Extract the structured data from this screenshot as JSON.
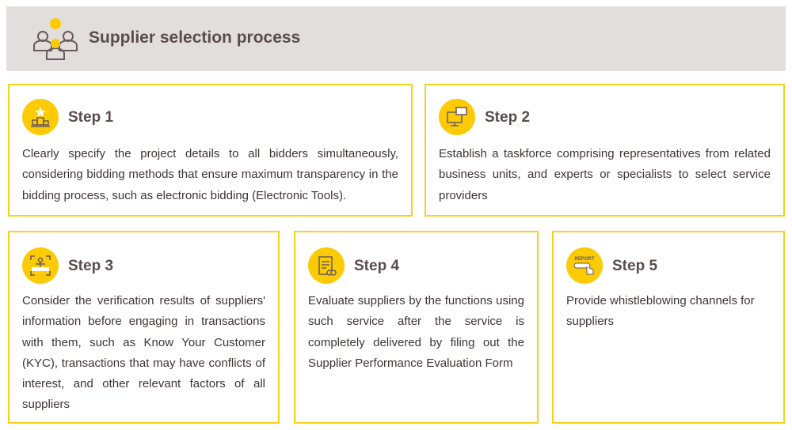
{
  "header": {
    "title": "Supplier selection process",
    "icon": "people-group-icon"
  },
  "steps": [
    {
      "label": "Step 1",
      "icon": "podium-star-icon",
      "text": "Clearly specify the project details to all bidders simultaneously, considering bidding methods that ensure maximum transparency in the bidding process, such as electronic bidding (Electronic Tools)."
    },
    {
      "label": "Step 2",
      "icon": "computer-chat-icon",
      "text": "Establish a taskforce comprising representatives from related business units, and experts or specialists to select service providers"
    },
    {
      "label": "Step 3",
      "icon": "verification-scan-icon",
      "text": "Consider the verification results of suppliers' information before engaging in transactions with them, such as Know Your Customer (KYC), transactions that may have conflicts of interest, and other relevant factors of all suppliers"
    },
    {
      "label": "Step 4",
      "icon": "evaluation-clipboard-icon",
      "text": "Evaluate suppliers by the functions using such service after the service is completely delivered by filing out the Supplier Performance Evaluation Form"
    },
    {
      "label": "Step 5",
      "icon": "report-button-icon",
      "text": "Provide whistleblowing channels for suppliers",
      "icon_text": "REPORT"
    }
  ]
}
